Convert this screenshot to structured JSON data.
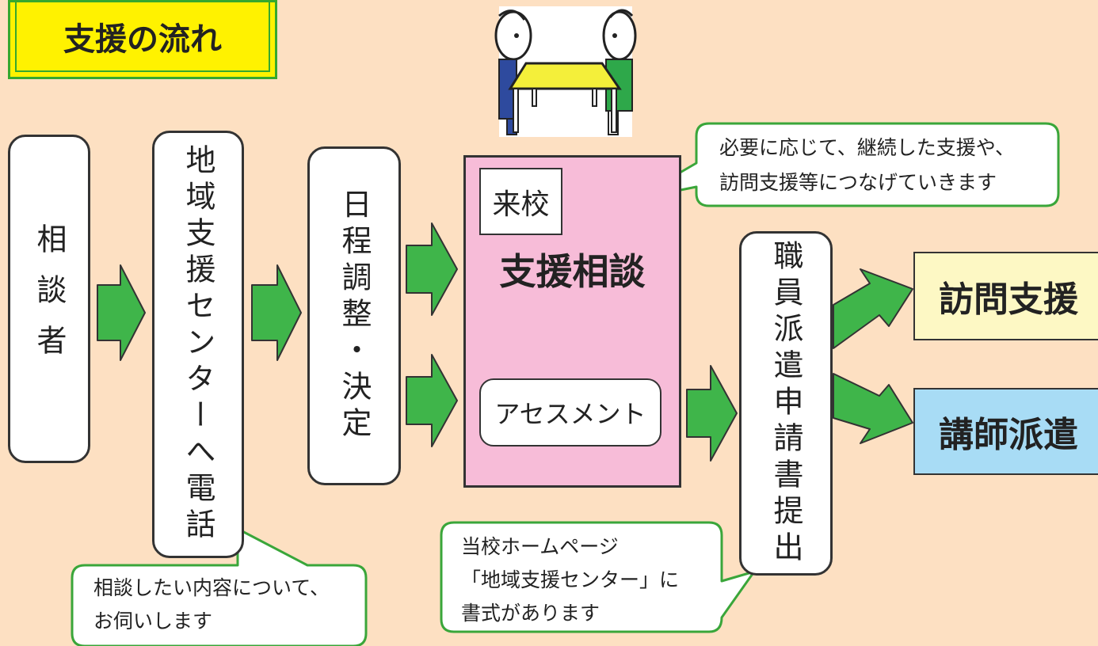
{
  "title": "支援の流れ",
  "steps": {
    "consultant": "相談者",
    "call_center": "地域支援センターへ電話",
    "schedule": "日程調整・決定",
    "staff_dispatch": "職員派遣申請書提出"
  },
  "support_consult": {
    "visit_school": "来校",
    "title": "支援相談",
    "assessment": "アセスメント"
  },
  "outcomes": {
    "visiting_support": "訪問支援",
    "lecturer_dispatch": "講師派遣"
  },
  "callouts": {
    "continue_line1": "必要に応じて、継続した支援や、",
    "continue_line2": "訪問支援等につなげていきます",
    "consult_line1": "相談したい内容について、",
    "consult_line2": "お伺いします",
    "forms_line1": "当校ホームページ",
    "forms_line2": "「地域支援センター」に",
    "forms_line3": "書式があります"
  },
  "colors": {
    "background": "#fde0c2",
    "title_fill": "#fff200",
    "arrow_green": "#3fb54a",
    "support_panel": "#f7bcd8",
    "visit_fill": "#fdf8c4",
    "lecturer_fill": "#a8dcf5"
  }
}
